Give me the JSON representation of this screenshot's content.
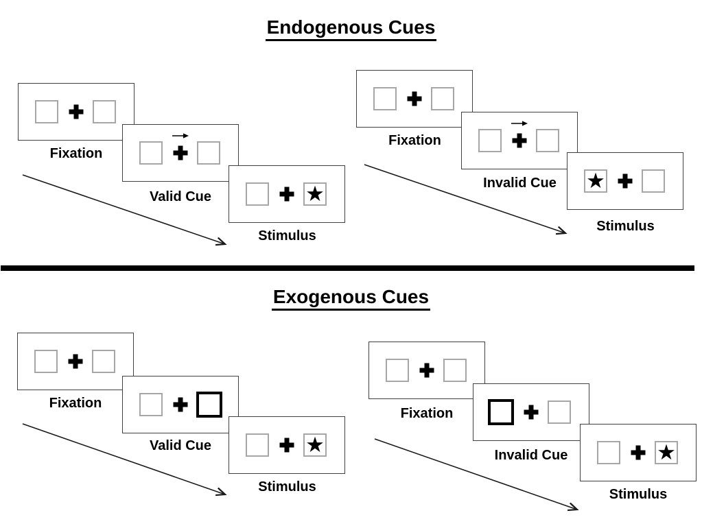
{
  "diagram": {
    "sections": [
      {
        "title": "Endogenous Cues",
        "trials": [
          {
            "name": "valid",
            "steps": [
              {
                "label": "Fixation"
              },
              {
                "label": "Valid Cue",
                "cue": "central-arrow-right"
              },
              {
                "label": "Stimulus",
                "star_side": "right"
              }
            ]
          },
          {
            "name": "invalid",
            "steps": [
              {
                "label": "Fixation"
              },
              {
                "label": "Invalid Cue",
                "cue": "central-arrow-right"
              },
              {
                "label": "Stimulus",
                "star_side": "left"
              }
            ]
          }
        ]
      },
      {
        "title": "Exogenous Cues",
        "trials": [
          {
            "name": "valid",
            "steps": [
              {
                "label": "Fixation"
              },
              {
                "label": "Valid Cue",
                "cue": "bold-box-right"
              },
              {
                "label": "Stimulus",
                "star_side": "right"
              }
            ]
          },
          {
            "name": "invalid",
            "steps": [
              {
                "label": "Fixation"
              },
              {
                "label": "Invalid Cue",
                "cue": "bold-box-left"
              },
              {
                "label": "Stimulus",
                "star_side": "right"
              }
            ]
          }
        ]
      }
    ],
    "icons": {
      "star": "★"
    },
    "colors": {
      "ink": "#000000",
      "panel_border": "#404040",
      "placeholder_border": "#a6a6a6",
      "divider": "#000000",
      "background": "#ffffff"
    }
  }
}
